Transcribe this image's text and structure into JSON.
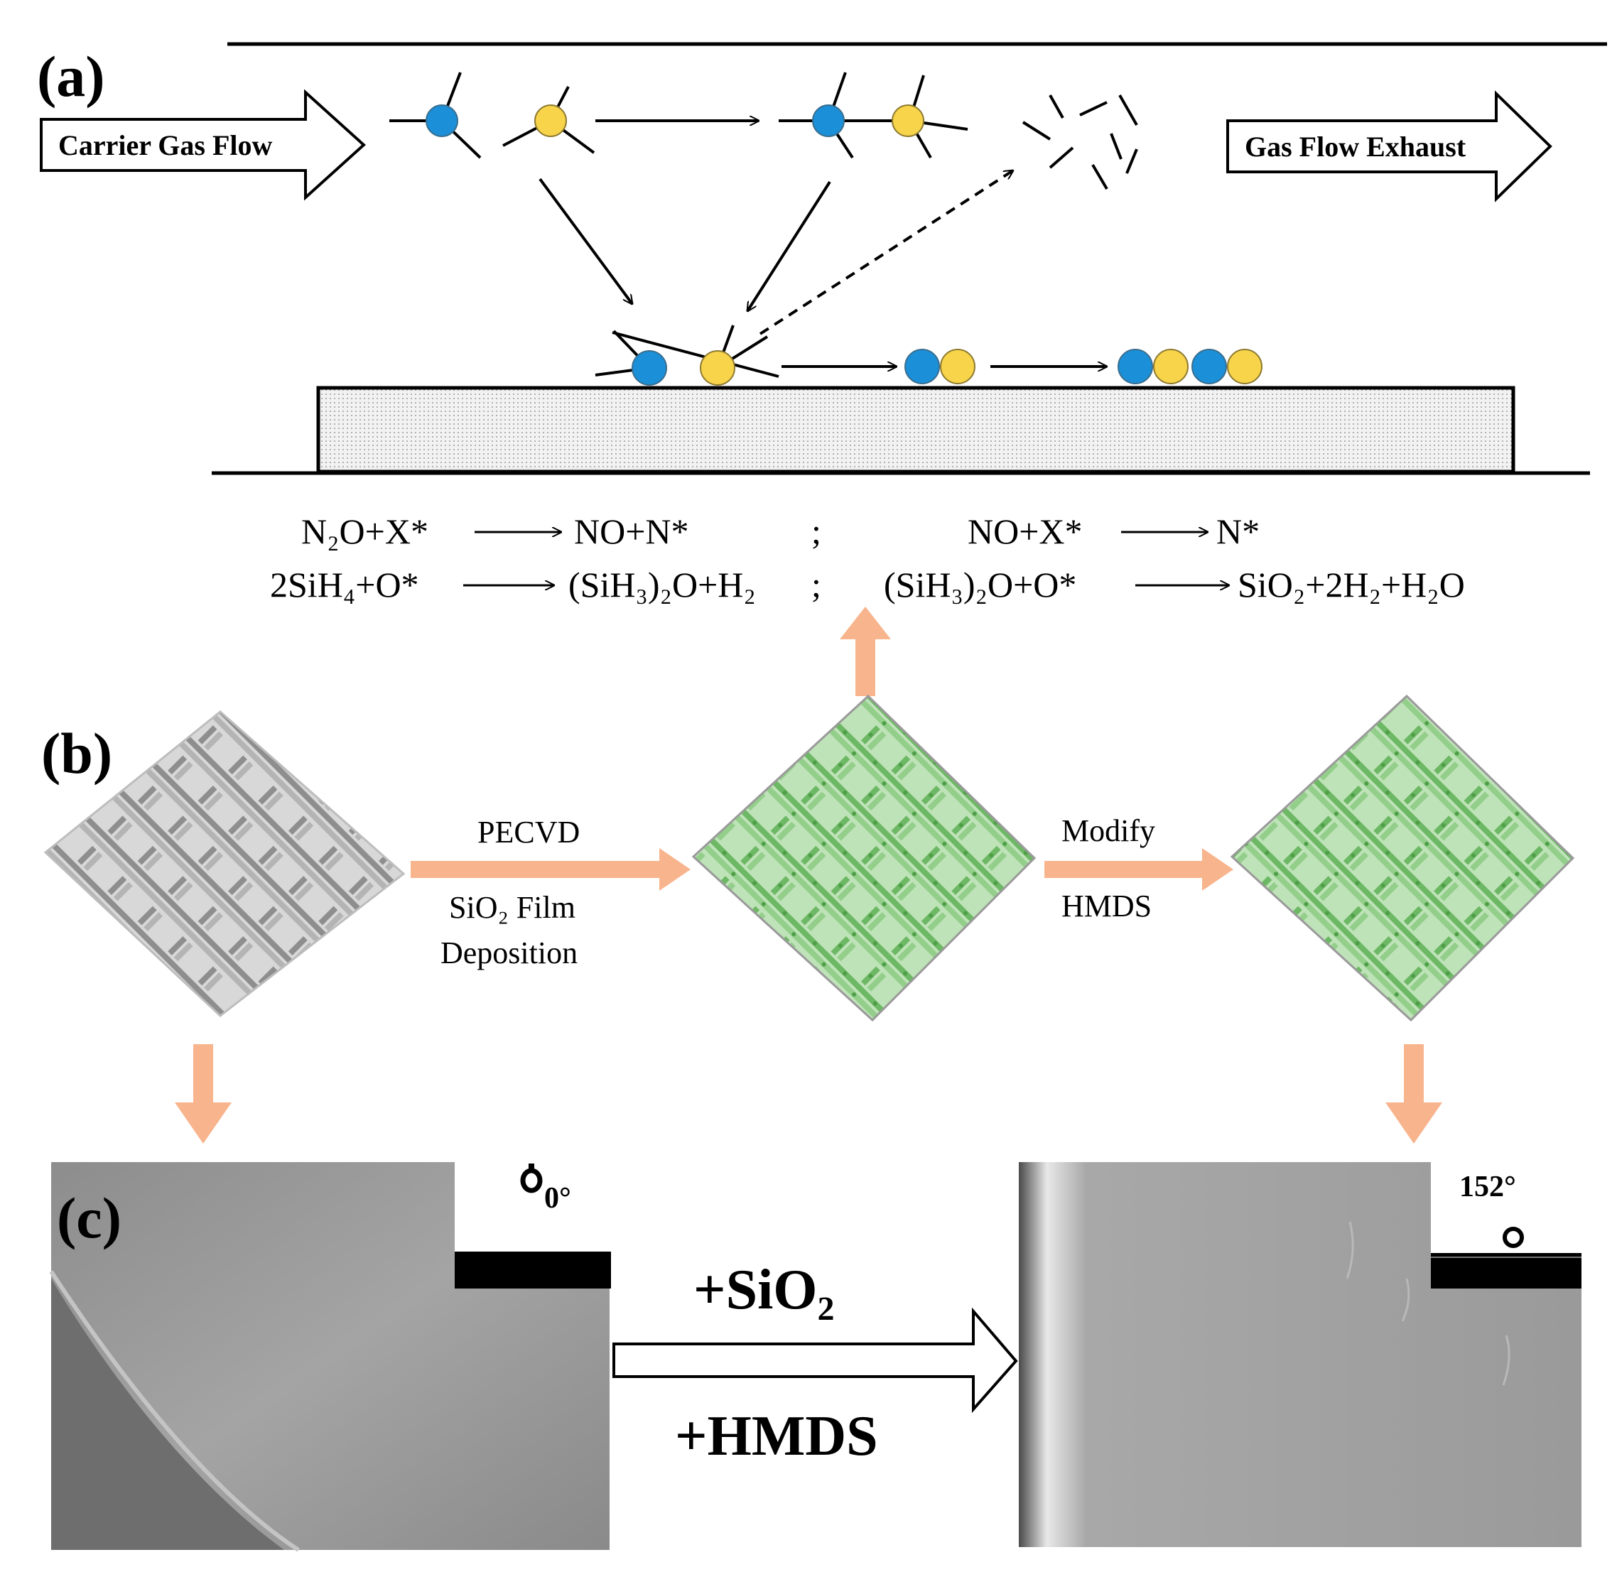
{
  "panels": {
    "a": {
      "label": "(a)",
      "carrier_gas": "Carrier Gas Flow",
      "exhaust": "Gas Flow Exhaust",
      "colors": {
        "blue_atom": "#1b8fd8",
        "yellow_atom": "#f7d44a",
        "substrate": "#e9e9e9"
      },
      "equations": [
        {
          "lhs": "N₂O+X*",
          "rhs": "NO+N*"
        },
        {
          "lhs": "NO+X*",
          "rhs": "N*"
        },
        {
          "lhs": "2SiH₄+O*",
          "rhs": "(SiH₃)₂O+H₂"
        },
        {
          "lhs": "(SiH₃)₂O+O*",
          "rhs": "SiO₂+2H₂+H₂O"
        }
      ],
      "separator": ";"
    },
    "b": {
      "label": "(b)",
      "step1_top": "PECVD",
      "step1_bottom_line1": "SiO₂ Film",
      "step1_bottom_line2": "Deposition",
      "step2_top": "Modify",
      "step2_bottom": "HMDS",
      "colors": {
        "arrow": "#f8b48c",
        "fiber": "#9a9a9a",
        "coating": "#7fc27a"
      }
    },
    "c": {
      "label": "(c)",
      "left_angle": "0°",
      "right_angle": "152°",
      "treatment_top": "+SiO₂",
      "treatment_bottom": "+HMDS"
    }
  }
}
